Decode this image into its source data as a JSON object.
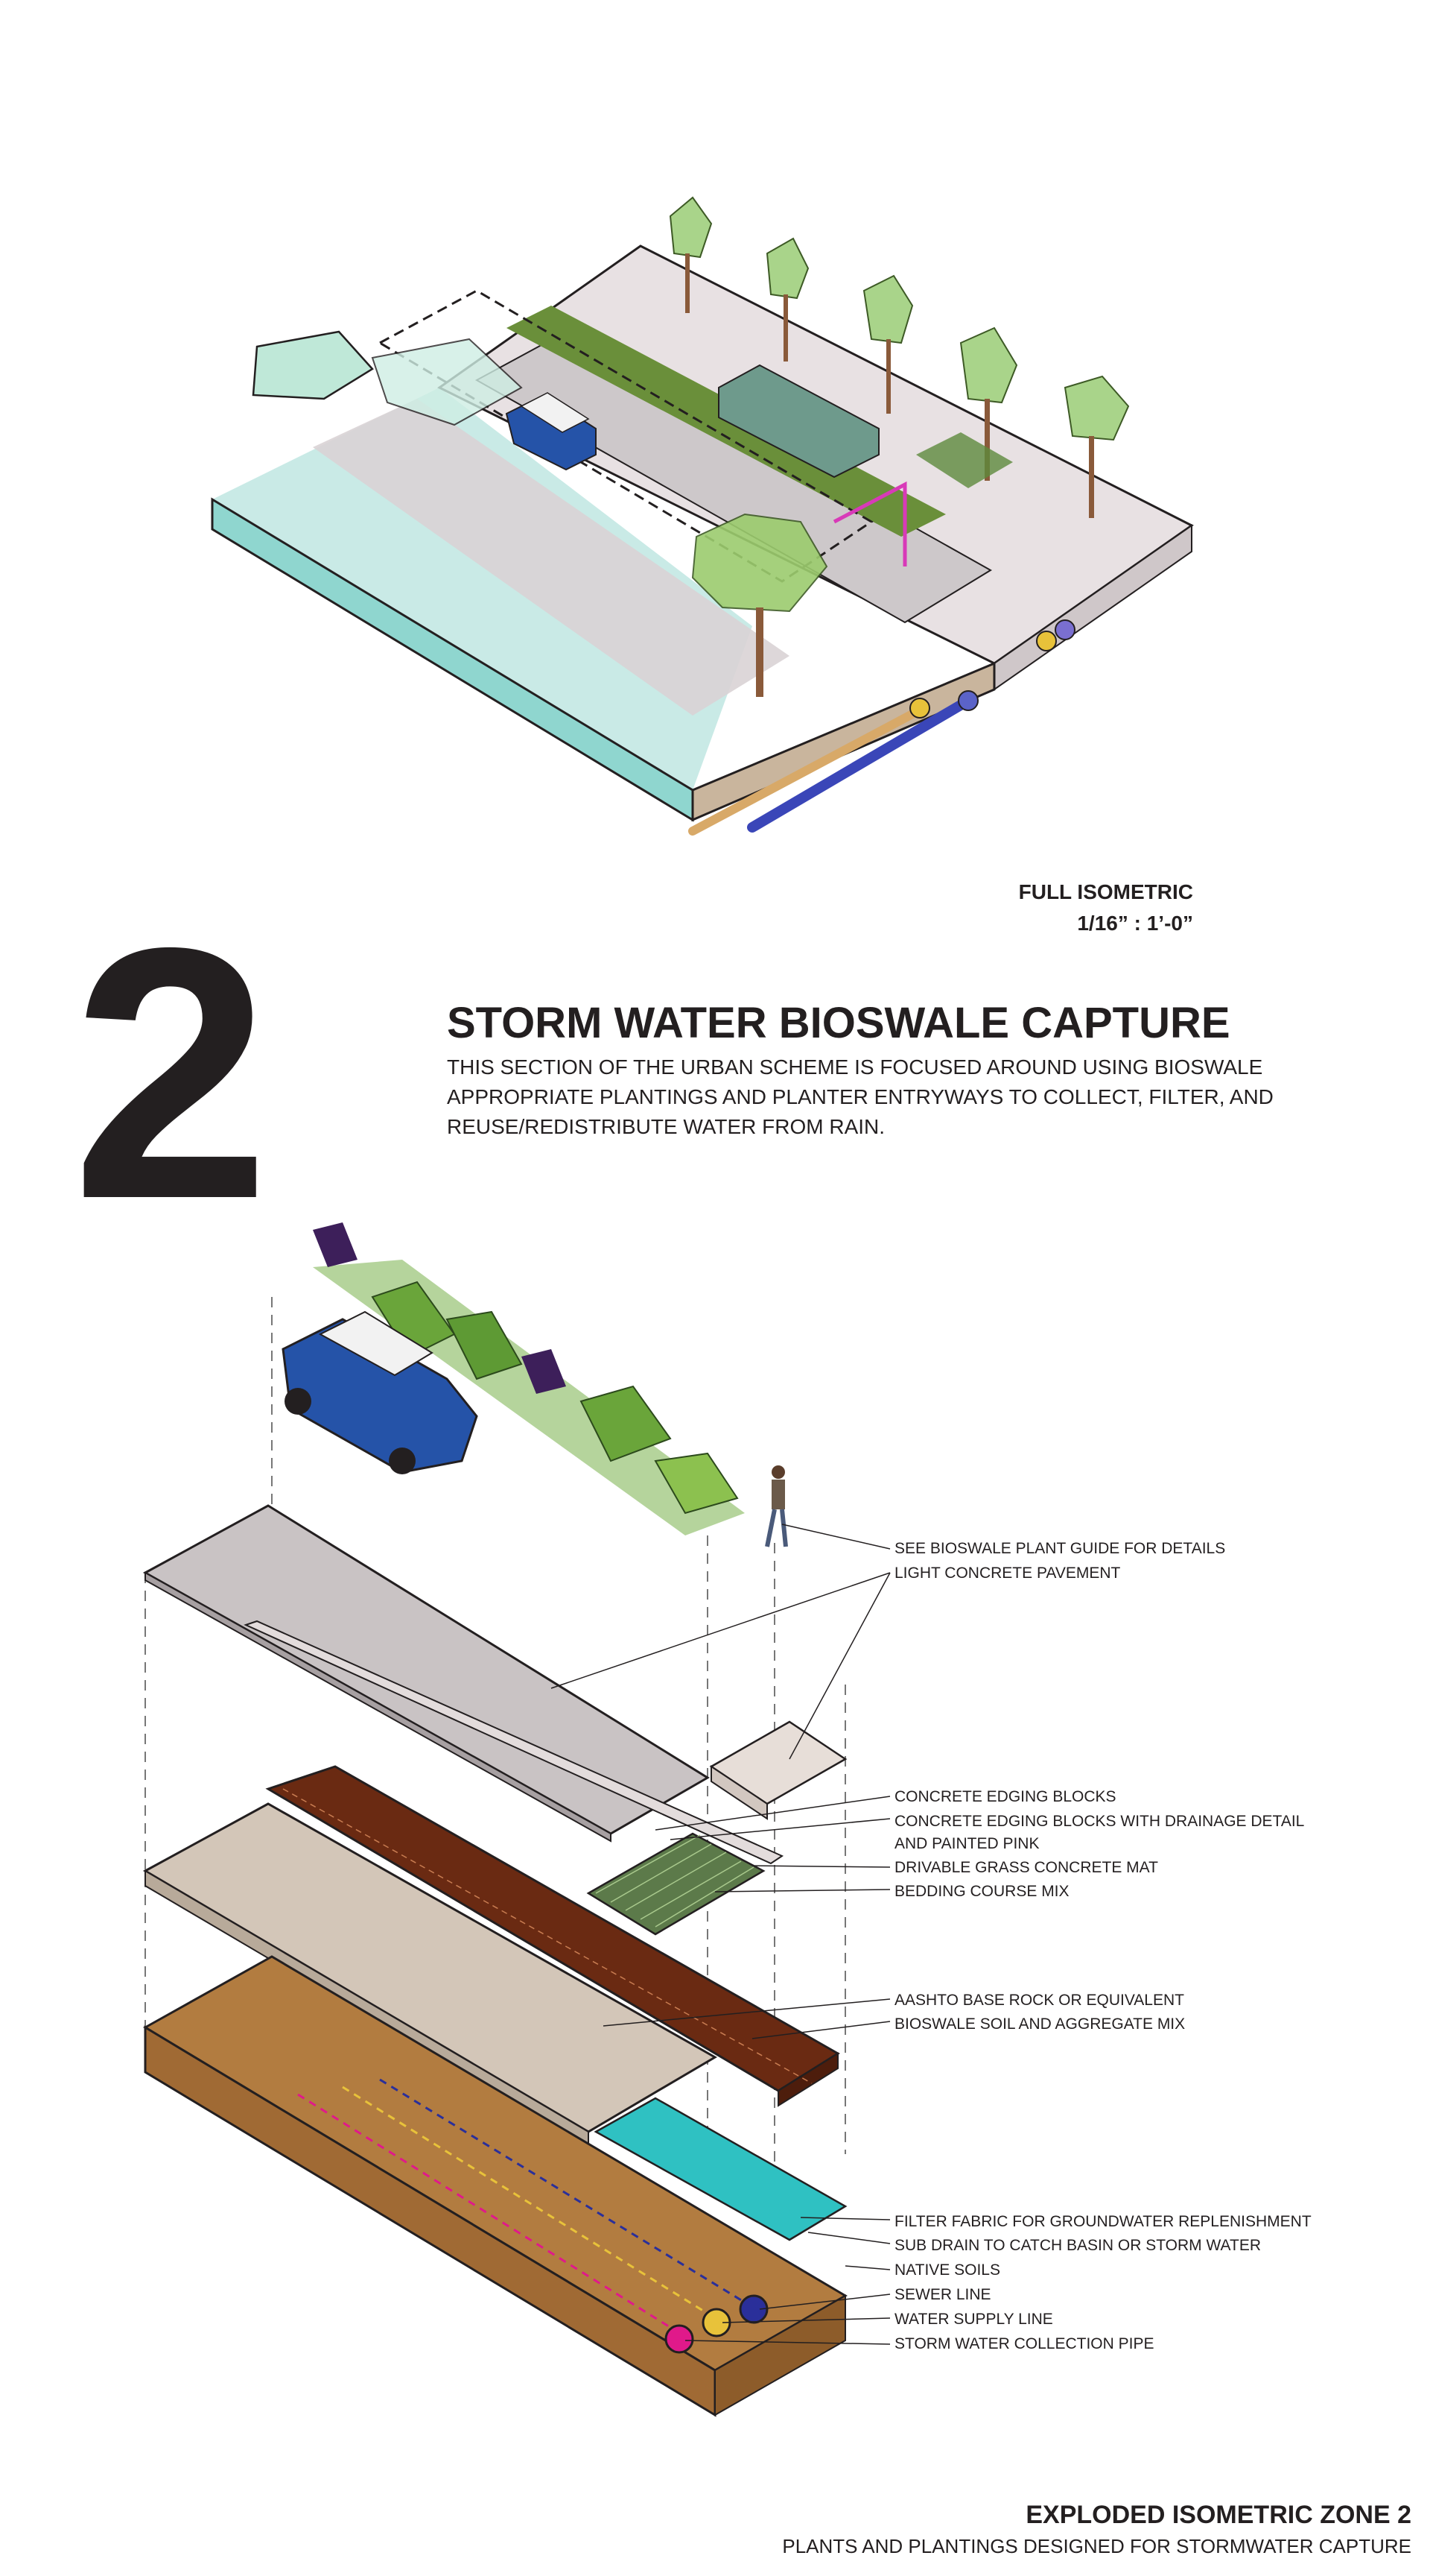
{
  "top_view": {
    "scale_title": "FULL ISOMETRIC",
    "scale_value": "1/16” : 1’-0”"
  },
  "section": {
    "number": "2",
    "title": "STORM WATER BIOSWALE CAPTURE",
    "description": "THIS SECTION OF THE URBAN SCHEME IS FOCUSED AROUND USING BIOSWALE APPROPRIATE PLANTINGS AND PLANTER ENTRYWAYS TO COLLECT, FILTER, AND REUSE/REDISTRIBUTE WATER FROM RAIN."
  },
  "callouts": {
    "plant_guide": "SEE BIOSWALE PLANT GUIDE FOR DETAILS",
    "light_concrete": "LIGHT CONCRETE PAVEMENT",
    "edging_blocks": "CONCRETE EDGING BLOCKS",
    "edging_drainage_1": "CONCRETE EDGING BLOCKS WITH DRAINAGE DETAIL",
    "edging_drainage_2": "AND PAINTED PINK",
    "grass_mat": "DRIVABLE GRASS CONCRETE MAT",
    "bedding_course": "BEDDING COURSE MIX",
    "aashto": "AASHTO BASE ROCK OR EQUIVALENT",
    "bioswale_soil": "BIOSWALE SOIL AND AGGREGATE MIX",
    "filter_fabric": "FILTER FABRIC FOR GROUNDWATER REPLENISHMENT",
    "sub_drain": "SUB DRAIN TO CATCH BASIN OR STORM WATER",
    "native_soils": "NATIVE SOILS",
    "sewer_line": "SEWER LINE",
    "water_supply": "WATER SUPPLY LINE",
    "storm_pipe": "STORM WATER COLLECTION PIPE"
  },
  "footer": {
    "title": "EXPLODED ISOMETRIC ZONE 2",
    "subtitle": "PLANTS AND PLANTINGS DESIGNED  FOR STORMWATER CAPTURE"
  },
  "colors": {
    "ink": "#231f20",
    "water": "#8fd6cf",
    "pavement": "#d8d2d4",
    "soil": "#6a2a12",
    "native_soil": "#b27c40",
    "pink_pipe": "#e0198a",
    "yellow_pipe": "#e8c23a",
    "blue_pipe": "#2a2f9a"
  }
}
